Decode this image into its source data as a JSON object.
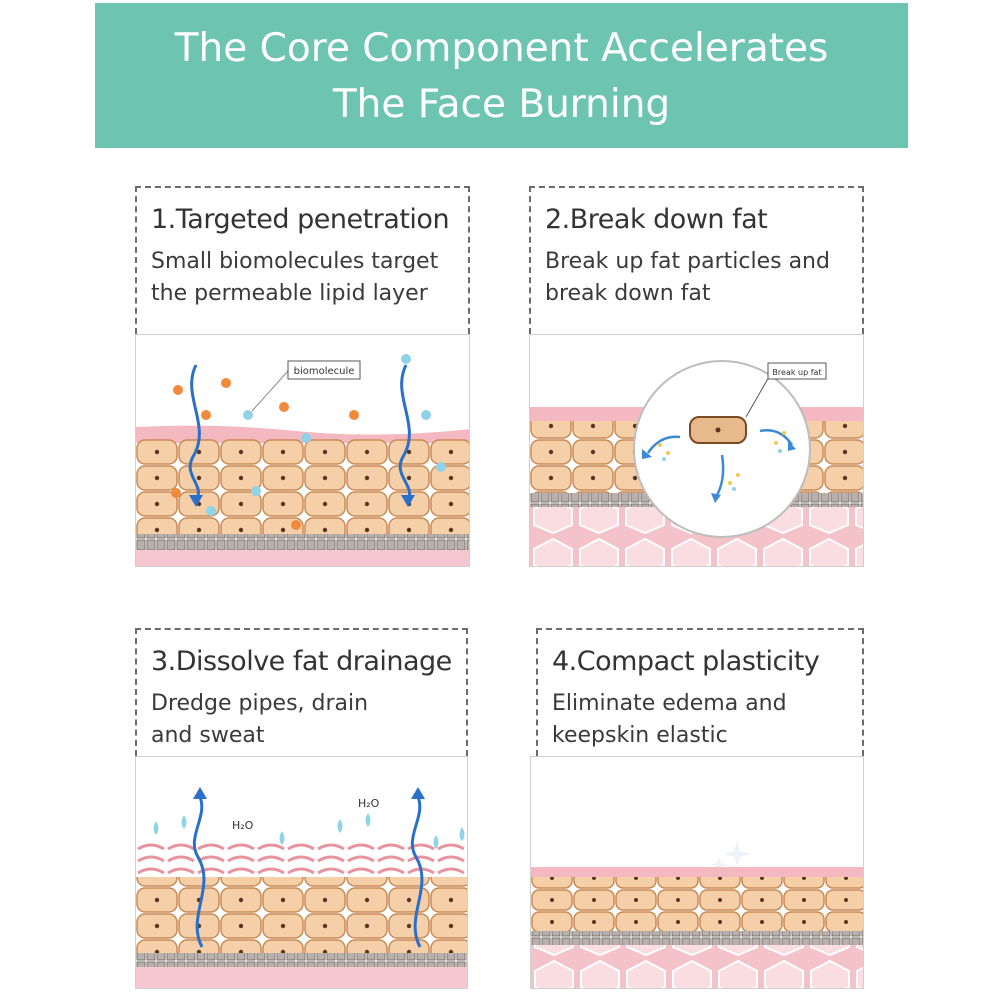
{
  "header": {
    "line1": "The Core Component Accelerates",
    "line2": "The Face Burning"
  },
  "panels": [
    {
      "title": "1.Targeted penetration",
      "desc1": "Small biomolecules target",
      "desc2": "the permeable lipid layer",
      "label": "biomolecule"
    },
    {
      "title": "2.Break down fat",
      "desc1": "Break up fat particles and",
      "desc2": "break down fat",
      "label": "Break up fat"
    },
    {
      "title": "3.Dissolve fat drainage",
      "desc1": "Dredge pipes, drain",
      "desc2": "and sweat",
      "label": "H₂O"
    },
    {
      "title": "4.Compact plasticity",
      "desc1": "Eliminate edema and",
      "desc2": "keepskin elastic"
    }
  ],
  "colors": {
    "banner": "#6dc4b0",
    "skin_pink": "#f3b9c0",
    "cell_orange": "#f1c49a",
    "arrow_blue": "#2a6fc9",
    "droplet_blue": "#8fd3e8"
  }
}
